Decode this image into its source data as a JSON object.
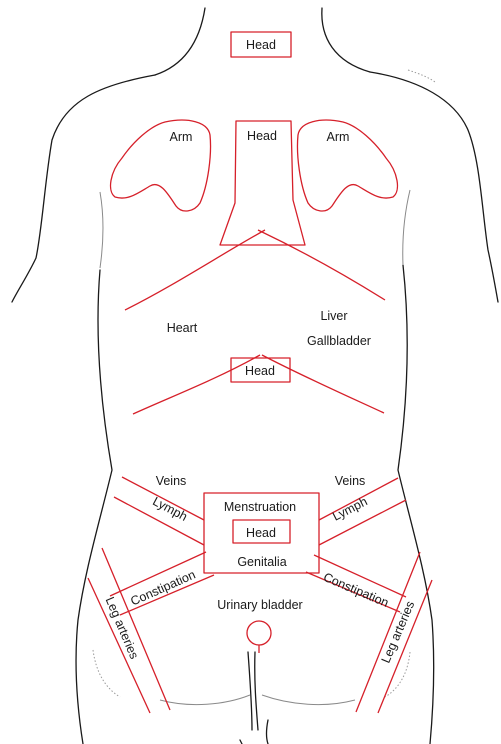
{
  "colors": {
    "accent": "#d6202a",
    "outline": "#1a1a1a"
  },
  "labels": {
    "head_top": "Head",
    "arm_left": "Arm",
    "head_chest": "Head",
    "arm_right": "Arm",
    "heart": "Heart",
    "liver": "Liver",
    "gallbladder": "Gallbladder",
    "head_waist": "Head",
    "veins_left": "Veins",
    "veins_right": "Veins",
    "lymph_left": "Lymph",
    "lymph_right": "Lymph",
    "menstruation": "Menstruation",
    "head_sacral": "Head",
    "genitalia": "Genitalia",
    "constipation_left": "Constipation",
    "constipation_right": "Constipation",
    "leg_arteries_left": "Leg arteries",
    "leg_arteries_right": "Leg arteries",
    "urinary_bladder": "Urinary bladder"
  }
}
